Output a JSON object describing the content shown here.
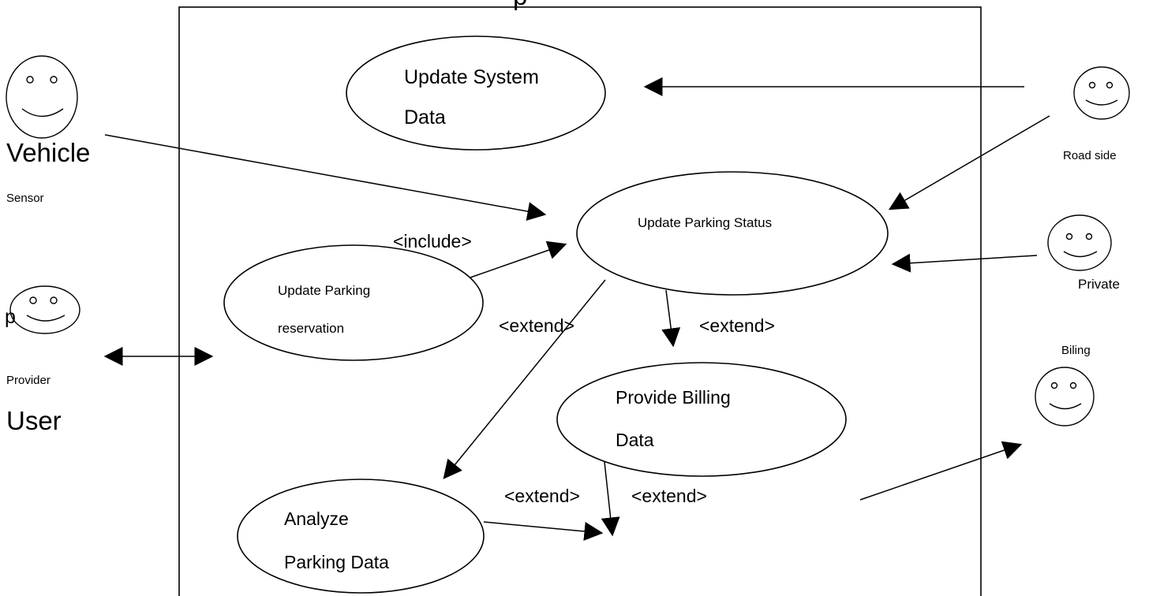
{
  "diagram": {
    "system_title_fragment": "p",
    "use_cases": {
      "update_system_data": [
        "Update System",
        "Data"
      ],
      "update_parking_status": [
        "Update Parking Status"
      ],
      "update_parking_reservation": [
        "Update Parking",
        "reservation"
      ],
      "provide_billing_data": [
        "Provide Billing",
        "Data"
      ],
      "analyze_parking_data": [
        "Analyze",
        "Parking Data"
      ]
    },
    "actor_labels": {
      "vehicle": "Vehicle",
      "sensor": "Sensor",
      "p_fragment": "p",
      "provider": "Provider",
      "user": "User",
      "road_side": "Road side",
      "private": "Private",
      "biling": "Biling"
    },
    "relationship_labels": {
      "include": "<include>",
      "extend_1": "<extend>",
      "extend_2": "<extend>",
      "extend_3": "<extend>",
      "extend_4": "<extend>"
    }
  }
}
